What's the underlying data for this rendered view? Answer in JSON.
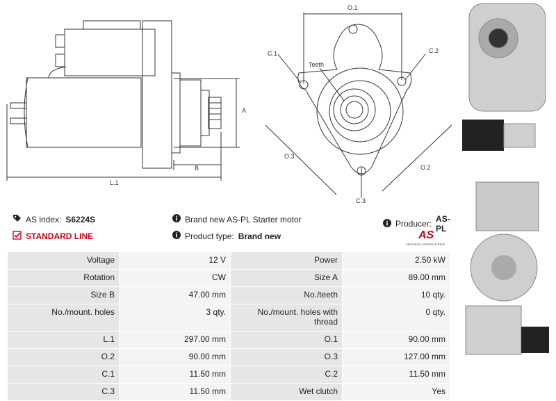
{
  "drawing": {
    "labels": {
      "A": "A",
      "B": "B",
      "L1": "L.1",
      "O1": "O.1",
      "O2": "O.2",
      "O3": "O.3",
      "C1": "C.1",
      "C2": "C.2",
      "C3": "C.3",
      "teeth": "Teeth"
    }
  },
  "info": {
    "as_index_label": "AS index:",
    "as_index_value": "S6224S",
    "standard_line": "STANDARD LINE",
    "description": "Brand new AS-PL Starter motor",
    "product_type_label": "Product type:",
    "product_type_value": "Brand new",
    "producer_label": "Producer:",
    "producer_value": "AS-PL",
    "logo_text": "AS",
    "logo_tagline": "Alternators, Starters & Parts"
  },
  "specs": [
    {
      "k1": "Voltage",
      "v1": "12 V",
      "k2": "Power",
      "v2": "2.50 kW"
    },
    {
      "k1": "Rotation",
      "v1": "CW",
      "k2": "Size A",
      "v2": "89.00 mm"
    },
    {
      "k1": "Size B",
      "v1": "47.00 mm",
      "k2": "No./teeth",
      "v2": "10 qty."
    },
    {
      "k1": "No./mount. holes",
      "v1": "3 qty.",
      "k2": "No./mount. holes with thread",
      "v2": "0 qty."
    },
    {
      "k1": "L.1",
      "v1": "297.00 mm",
      "k2": "O.1",
      "v2": "90.00 mm"
    },
    {
      "k1": "O.2",
      "v1": "90.00 mm",
      "k2": "O.3",
      "v2": "127.00 mm"
    },
    {
      "k1": "C.1",
      "v1": "11.50 mm",
      "k2": "C.2",
      "v2": "11.50 mm"
    },
    {
      "k1": "C.3",
      "v1": "11.50 mm",
      "k2": "Wet clutch",
      "v2": "Yes"
    }
  ],
  "colors": {
    "accent": "#d0021b",
    "table_key": "#e6e6e6",
    "table_val": "#f4f4f4"
  }
}
